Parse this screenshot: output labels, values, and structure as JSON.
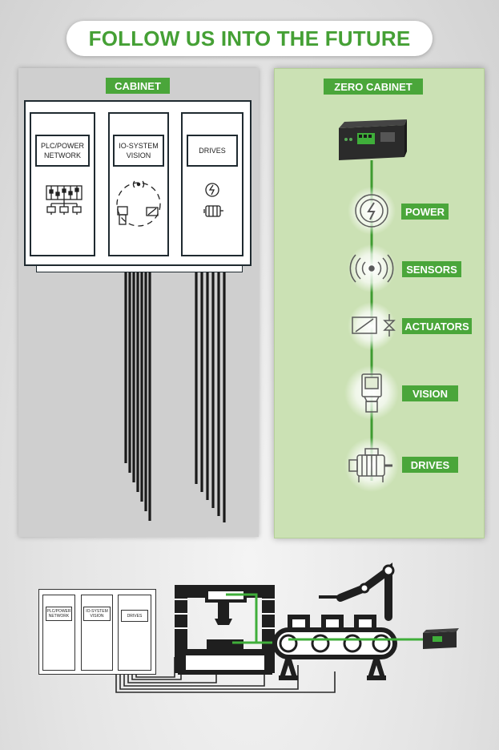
{
  "header": {
    "title": "FOLLOW US INTO THE FUTURE"
  },
  "cabinet": {
    "tag": "CABINET",
    "modules": [
      {
        "label": "PLC/POWER\nNETWORK"
      },
      {
        "label": "IO-SYSTEM\nVISION"
      },
      {
        "label": "DRIVES"
      }
    ]
  },
  "zero_cabinet": {
    "tag": "ZERO CABINET",
    "items": [
      {
        "label": "POWER",
        "icon": "power-icon"
      },
      {
        "label": "SENSORS",
        "icon": "sensor-icon"
      },
      {
        "label": "ACTUATORS",
        "icon": "actuator-icon"
      },
      {
        "label": "VISION",
        "icon": "vision-icon"
      },
      {
        "label": "DRIVES",
        "icon": "motor-icon"
      }
    ]
  },
  "factory": {
    "mini_modules": [
      {
        "label": "PLC/POWER\nNETWORK"
      },
      {
        "label": "IO-SYSTEM\nVISION"
      },
      {
        "label": "DRIVES"
      }
    ]
  },
  "colors": {
    "accent": "#4aa63a",
    "title": "#45a035",
    "dark": "#1f2a30"
  }
}
